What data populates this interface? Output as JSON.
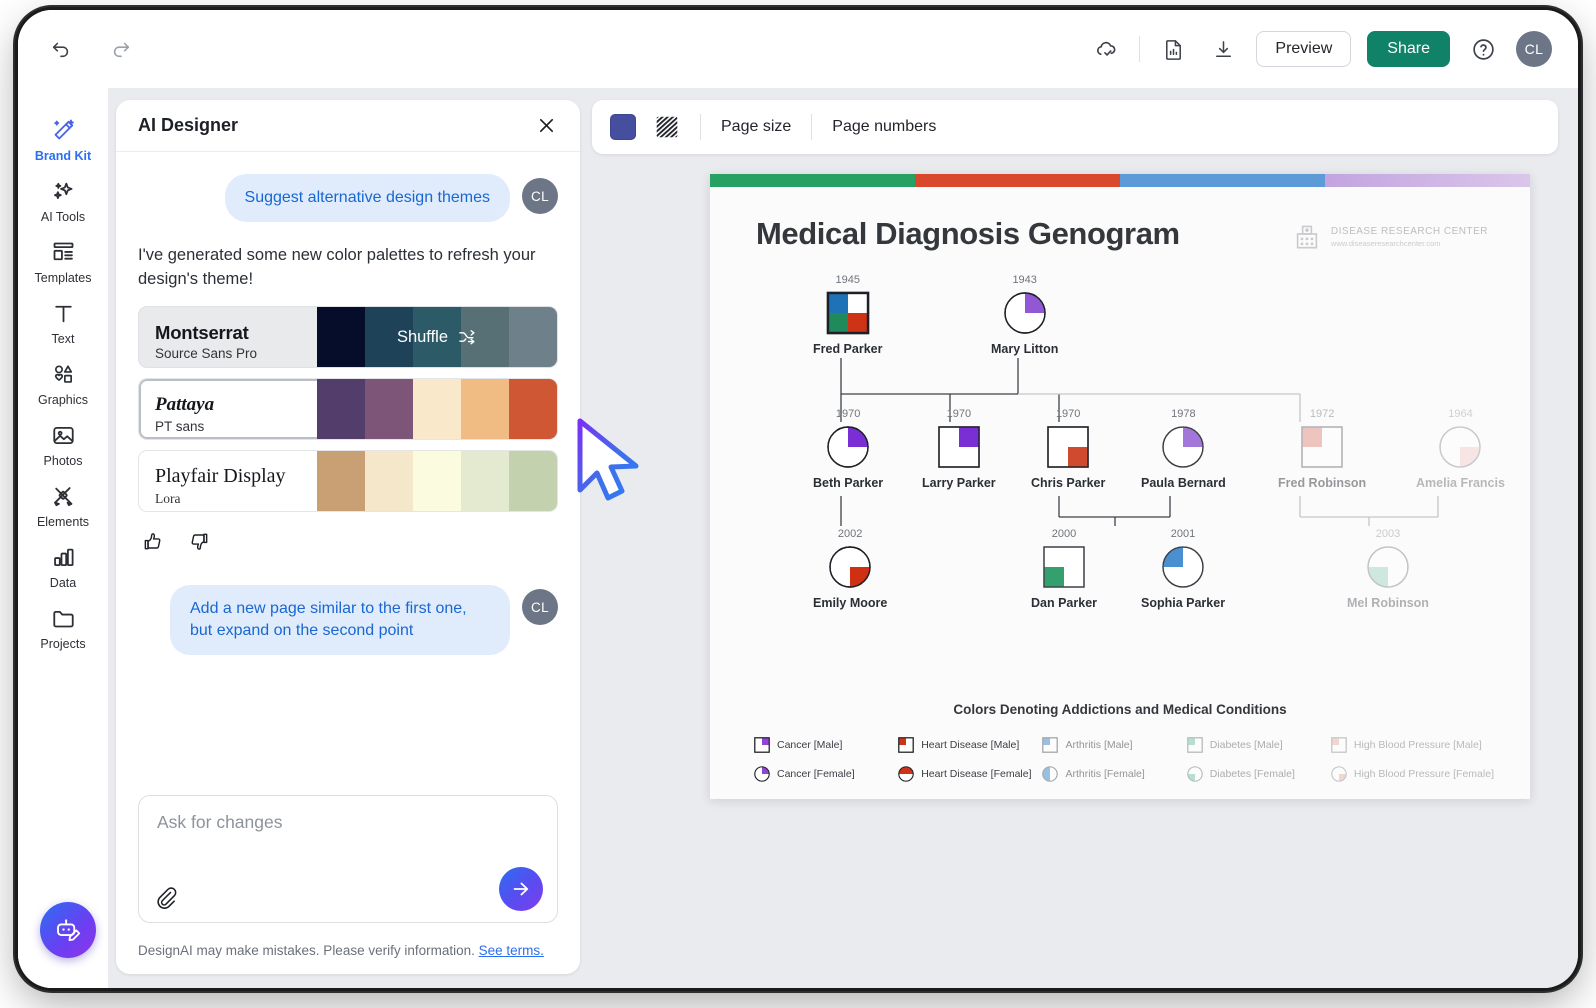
{
  "topbar": {
    "undo_icon": "undo-icon",
    "redo_icon": "redo-icon",
    "cloud_saved_icon": "cloud-check-icon",
    "stats_icon": "document-chart-icon",
    "download_icon": "download-icon",
    "preview_label": "Preview",
    "share_label": "Share",
    "help_icon": "help-circle-icon",
    "avatar_initials": "CL"
  },
  "rail": {
    "items": [
      {
        "label": "Brand Kit",
        "icon": "magic-wand-icon",
        "active": true
      },
      {
        "label": "AI Tools",
        "icon": "sparkles-icon",
        "active": false
      },
      {
        "label": "Templates",
        "icon": "templates-icon",
        "active": false
      },
      {
        "label": "Text",
        "icon": "text-t-icon",
        "active": false
      },
      {
        "label": "Graphics",
        "icon": "shapes-icon",
        "active": false
      },
      {
        "label": "Photos",
        "icon": "photo-icon",
        "active": false
      },
      {
        "label": "Elements",
        "icon": "elements-icon",
        "active": false
      },
      {
        "label": "Data",
        "icon": "bar-chart-icon",
        "active": false
      },
      {
        "label": "Projects",
        "icon": "folder-icon",
        "active": false
      }
    ],
    "fab_icon": "ai-robot-pencil-icon"
  },
  "ai_panel": {
    "title": "AI Designer",
    "close_icon": "close-icon",
    "message_1": "Suggest alternative design themes",
    "message_1_avatar": "CL",
    "ai_reply": "I've generated some new color palettes to refresh your design's theme!",
    "shuffle_label": "Shuffle",
    "shuffle_icon": "shuffle-icon",
    "palettes": [
      {
        "font_primary": "Montserrat",
        "font_secondary": "Source Sans Pro",
        "selected": true,
        "colors": [
          "#050d2b",
          "#1e4258",
          "#2c5a66",
          "#567076",
          "#6e8089"
        ]
      },
      {
        "font_primary": "Pattaya",
        "font_secondary": "PT sans",
        "selected": false,
        "colors": [
          "#533d6b",
          "#7d5578",
          "#fae8cb",
          "#f1bb84",
          "#cf5734"
        ]
      },
      {
        "font_primary": "Playfair Display",
        "font_secondary": "Lora",
        "selected": false,
        "colors": [
          "#c99f74",
          "#f5e7c9",
          "#fbfbdf",
          "#e4ead0",
          "#c3d1ae"
        ]
      }
    ],
    "thumbs_up_icon": "thumbs-up-icon",
    "thumbs_down_icon": "thumbs-down-icon",
    "message_2": "Add a new page similar to the first one, but expand on the second point",
    "message_2_avatar": "CL",
    "composer_placeholder": "Ask for changes",
    "attach_icon": "paperclip-icon",
    "send_icon": "arrow-right-icon",
    "disclaimer": "DesignAI may make mistakes. Please verify information.",
    "disclaimer_link": "See terms."
  },
  "canvas_toolbar": {
    "color_swatch": "#454f9e",
    "color_swatch_name": "background-color-swatch",
    "pattern_icon": "hatch-pattern-icon",
    "page_size_label": "Page size",
    "page_numbers_label": "Page numbers"
  },
  "document": {
    "accent_colors": [
      "#26a163",
      "#d9482b",
      "#5d9bd8",
      "#c2a4e0"
    ],
    "title": "Medical Diagnosis Genogram",
    "logo_icon": "hospital-icon",
    "logo_line_1": "DISEASE RESEARCH CENTER",
    "logo_line_2": "www.diseaseresearchcenter.com",
    "legend_title": "Colors Denoting Addictions and Medical Conditions",
    "legend": [
      {
        "label": "Cancer [Male]",
        "shape": "square",
        "color": "#8e44d4",
        "quadrant": "tr",
        "faded": false
      },
      {
        "label": "Heart Disease [Male]",
        "shape": "square",
        "color": "#cf3316",
        "quadrant": "tl",
        "faded": false
      },
      {
        "label": "Arthritis [Male]",
        "shape": "square",
        "color": "#4a8fd0",
        "quadrant": "tl",
        "faded": true
      },
      {
        "label": "Diabetes [Male]",
        "shape": "square",
        "color": "#58b990",
        "quadrant": "tl",
        "faded": true
      },
      {
        "label": "High Blood Pressure [Male]",
        "shape": "square",
        "color": "#e09184",
        "quadrant": "tl",
        "faded": true
      },
      {
        "label": "Cancer [Female]",
        "shape": "circle",
        "color": "#8e44d4",
        "quadrant": "tr",
        "faded": false
      },
      {
        "label": "Heart Disease [Female]",
        "shape": "circle",
        "color": "#cf3316",
        "quadrant": "tl",
        "faded": false
      },
      {
        "label": "Arthritis [Female]",
        "shape": "circle",
        "color": "#4a8fd0",
        "quadrant": "tl",
        "faded": true
      },
      {
        "label": "Diabetes [Female]",
        "shape": "circle",
        "color": "#58b990",
        "quadrant": "tl",
        "faded": true
      },
      {
        "label": "High Blood Pressure [Female]",
        "shape": "circle",
        "color": "#e09184",
        "quadrant": "tl",
        "faded": true
      }
    ],
    "people": [
      {
        "name": "Fred Parker",
        "year": "1945",
        "shape": "square",
        "generation": 1,
        "fills": {
          "tl": "#1f72b8",
          "tr": "#ffffff",
          "bl": "#1f8a5a",
          "br": "#cf3316"
        },
        "faded": false
      },
      {
        "name": "Mary Litton",
        "year": "1943",
        "shape": "circle",
        "generation": 1,
        "fills": {
          "tr": "#9258d4"
        },
        "faded": false
      },
      {
        "name": "Beth Parker",
        "year": "1970",
        "shape": "circle",
        "generation": 2,
        "fills": {
          "tr": "#7a2fd4"
        },
        "faded": false
      },
      {
        "name": "Larry Parker",
        "year": "1970",
        "shape": "square",
        "generation": 2,
        "fills": {
          "tr": "#7a2fd4"
        },
        "faded": false
      },
      {
        "name": "Chris Parker",
        "year": "1970",
        "shape": "square",
        "generation": 2,
        "fills": {
          "br": "#cf4a2e"
        },
        "faded": false
      },
      {
        "name": "Paula Bernard",
        "year": "1978",
        "shape": "circle",
        "generation": 2,
        "fills": {
          "tr": "#a377da"
        },
        "faded": false
      },
      {
        "name": "Fred Robinson",
        "year": "1972",
        "shape": "square",
        "generation": 2,
        "fills": {
          "tl": "#e08a7e"
        },
        "faded": true
      },
      {
        "name": "Amelia Francis",
        "year": "1964",
        "shape": "circle",
        "generation": 2,
        "fills": {
          "br": "#f0b9b2"
        },
        "faded": true
      },
      {
        "name": "Emily Moore",
        "year": "2002",
        "shape": "circle",
        "generation": 3,
        "fills": {
          "br": "#cf2f12"
        },
        "faded": false
      },
      {
        "name": "Dan Parker",
        "year": "2000",
        "shape": "square",
        "generation": 3,
        "fills": {
          "bl": "#34a06d"
        },
        "faded": false
      },
      {
        "name": "Sophia Parker",
        "year": "2001",
        "shape": "circle",
        "generation": 3,
        "fills": {
          "tl": "#4a8fd0"
        },
        "faded": false
      },
      {
        "name": "Mel Robinson",
        "year": "2003",
        "shape": "circle",
        "generation": 3,
        "fills": {
          "bl": "#83c9ab"
        },
        "faded": true
      }
    ]
  },
  "cursor": {
    "icon": "mouse-pointer-cursor"
  }
}
